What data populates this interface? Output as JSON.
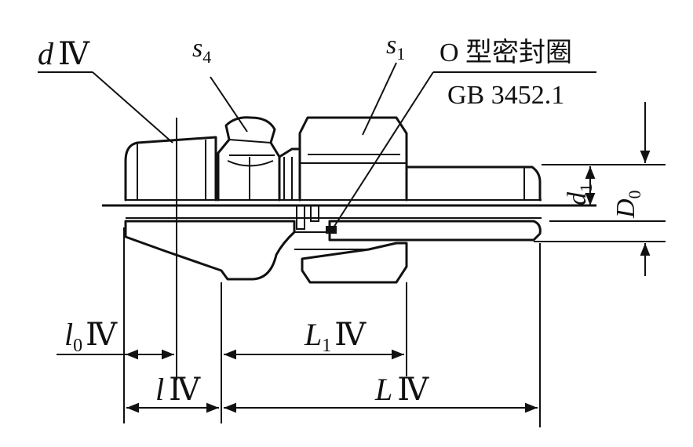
{
  "labels": {
    "d_thread": {
      "sym": "d",
      "suffix": "Ⅳ"
    },
    "s4": {
      "sym": "s",
      "sub": "4"
    },
    "s1": {
      "sym": "s",
      "sub": "1"
    },
    "o_ring_line1": "O 型密封圈",
    "o_ring_line2": "GB 3452.1",
    "d1": {
      "sym": "d",
      "sub": "1"
    },
    "D0": {
      "sym": "D",
      "sub": "0"
    },
    "l0": {
      "sym": "l",
      "sub": "0",
      "suffix": "Ⅳ"
    },
    "L1": {
      "sym": "L",
      "sub": "1",
      "suffix": "Ⅳ"
    },
    "l": {
      "sym": "l",
      "suffix": "Ⅳ"
    },
    "L": {
      "sym": "L",
      "suffix": "Ⅳ"
    }
  },
  "colors": {
    "line": "#111111",
    "background": "#ffffff"
  }
}
